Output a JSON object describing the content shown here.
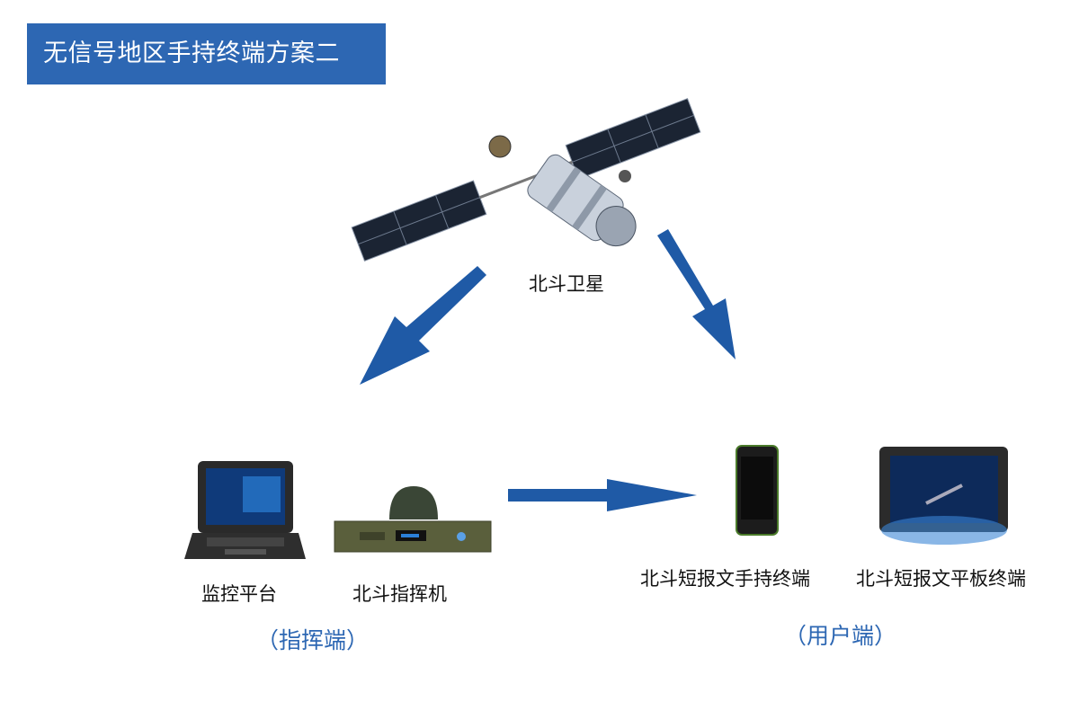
{
  "title": "无信号地区手持终端方案二",
  "satellite": {
    "label": "北斗卫星"
  },
  "command_side": {
    "group_label": "（指挥端）",
    "devices": [
      {
        "label": "监控平台"
      },
      {
        "label": "北斗指挥机"
      }
    ]
  },
  "user_side": {
    "group_label": "（用户端）",
    "devices": [
      {
        "label": "北斗短报文手持终端"
      },
      {
        "label": "北斗短报文平板终端"
      }
    ]
  },
  "colors": {
    "accent": "#2d67b3",
    "arrow": "#1f5aa6"
  }
}
